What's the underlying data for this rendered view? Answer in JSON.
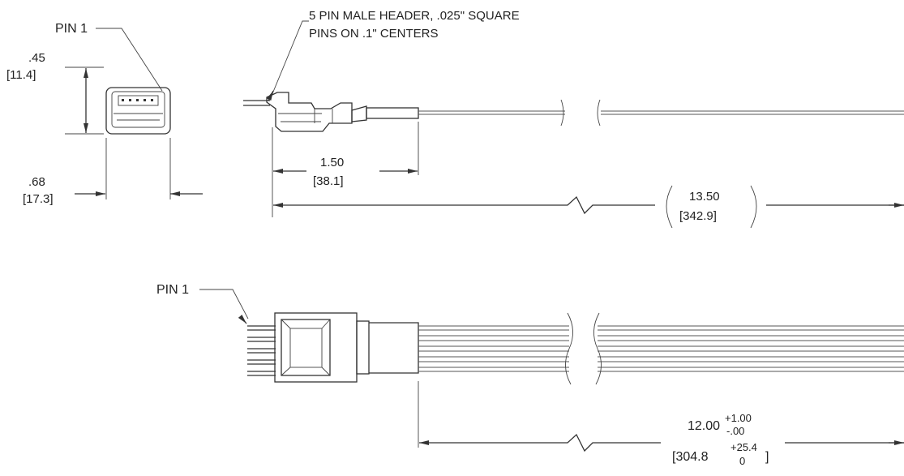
{
  "labels": {
    "pin1_top": "PIN 1",
    "pin1_bottom": "PIN 1",
    "header_line1": "5 PIN MALE HEADER, .025\" SQUARE",
    "header_line2": "PINS ON .1\" CENTERS"
  },
  "dims": {
    "height_in": ".45",
    "height_mm": "[11.4]",
    "width_in": ".68",
    "width_mm": "[17.3]",
    "housing_in": "1.50",
    "housing_mm": "[38.1]",
    "overall_in": "13.50",
    "overall_mm": "[342.9]",
    "cable_in": "12.00",
    "cable_in_plus": "+1.00",
    "cable_in_minus": "-.00",
    "cable_mm": "[304.8",
    "cable_mm_plus": "+25.4",
    "cable_mm_minus": "0",
    "cable_mm_close": "]"
  },
  "colors": {
    "line": "#333333",
    "background": "#ffffff"
  }
}
